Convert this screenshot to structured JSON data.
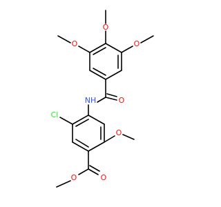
{
  "structure": {
    "atom_labels": {
      "o1": "O",
      "o2": "O",
      "o3": "O",
      "o4": "O",
      "o5": "O",
      "o6": "O",
      "o7": "O",
      "nh": "NH",
      "cl": "Cl"
    }
  },
  "colors": {
    "bond": "#000000",
    "oxygen": "#ff0d0d",
    "nitrogen": "#3050f8",
    "chlorine": "#1ff01f",
    "background": "#ffffff"
  }
}
